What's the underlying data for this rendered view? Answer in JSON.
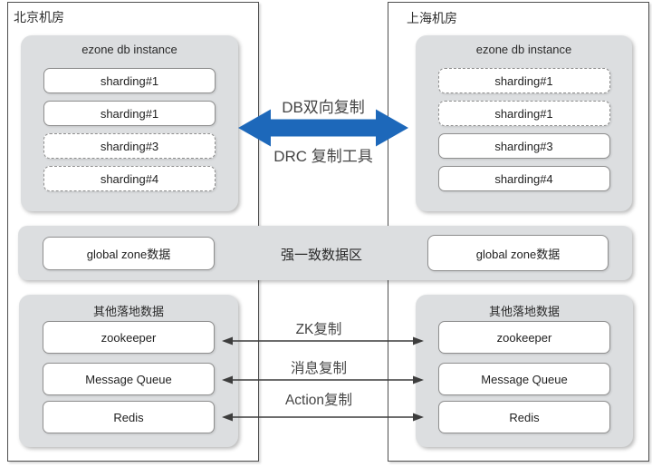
{
  "left_dc": {
    "name": "北京机房",
    "ezone": {
      "title": "ezone db instance",
      "shards": [
        {
          "label": "sharding#1",
          "border": "solid"
        },
        {
          "label": "sharding#1",
          "border": "solid"
        },
        {
          "label": "sharding#3",
          "border": "dashed"
        },
        {
          "label": "sharding#4",
          "border": "dashed"
        }
      ]
    },
    "global_zone": {
      "label": "global zone数据"
    },
    "local_data": {
      "title": "其他落地数据",
      "items": [
        {
          "label": "zookeeper"
        },
        {
          "label": "Message Queue"
        },
        {
          "label": "Redis"
        }
      ]
    }
  },
  "right_dc": {
    "name": "上海机房",
    "ezone": {
      "title": "ezone db instance",
      "shards": [
        {
          "label": "sharding#1",
          "border": "dashed"
        },
        {
          "label": "sharding#1",
          "border": "dashed"
        },
        {
          "label": "sharding#3",
          "border": "solid"
        },
        {
          "label": "sharding#4",
          "border": "solid"
        }
      ]
    },
    "global_zone": {
      "label": "global zone数据"
    },
    "local_data": {
      "title": "其他落地数据",
      "items": [
        {
          "label": "zookeeper"
        },
        {
          "label": "Message Queue"
        },
        {
          "label": "Redis"
        }
      ]
    }
  },
  "center": {
    "db_replication": "DB双向复制",
    "drc_tool": "DRC 复制工具",
    "strong_consistency_zone": "强一致数据区",
    "links": [
      {
        "label": "ZK复制"
      },
      {
        "label": "消息复制"
      },
      {
        "label": "Action复制"
      }
    ]
  },
  "colors": {
    "arrow_blue": "#1d68ba",
    "panel_gray": "#dcdee0",
    "outer_border": "#4f4f4f",
    "box_border": "#8f8f8f"
  }
}
